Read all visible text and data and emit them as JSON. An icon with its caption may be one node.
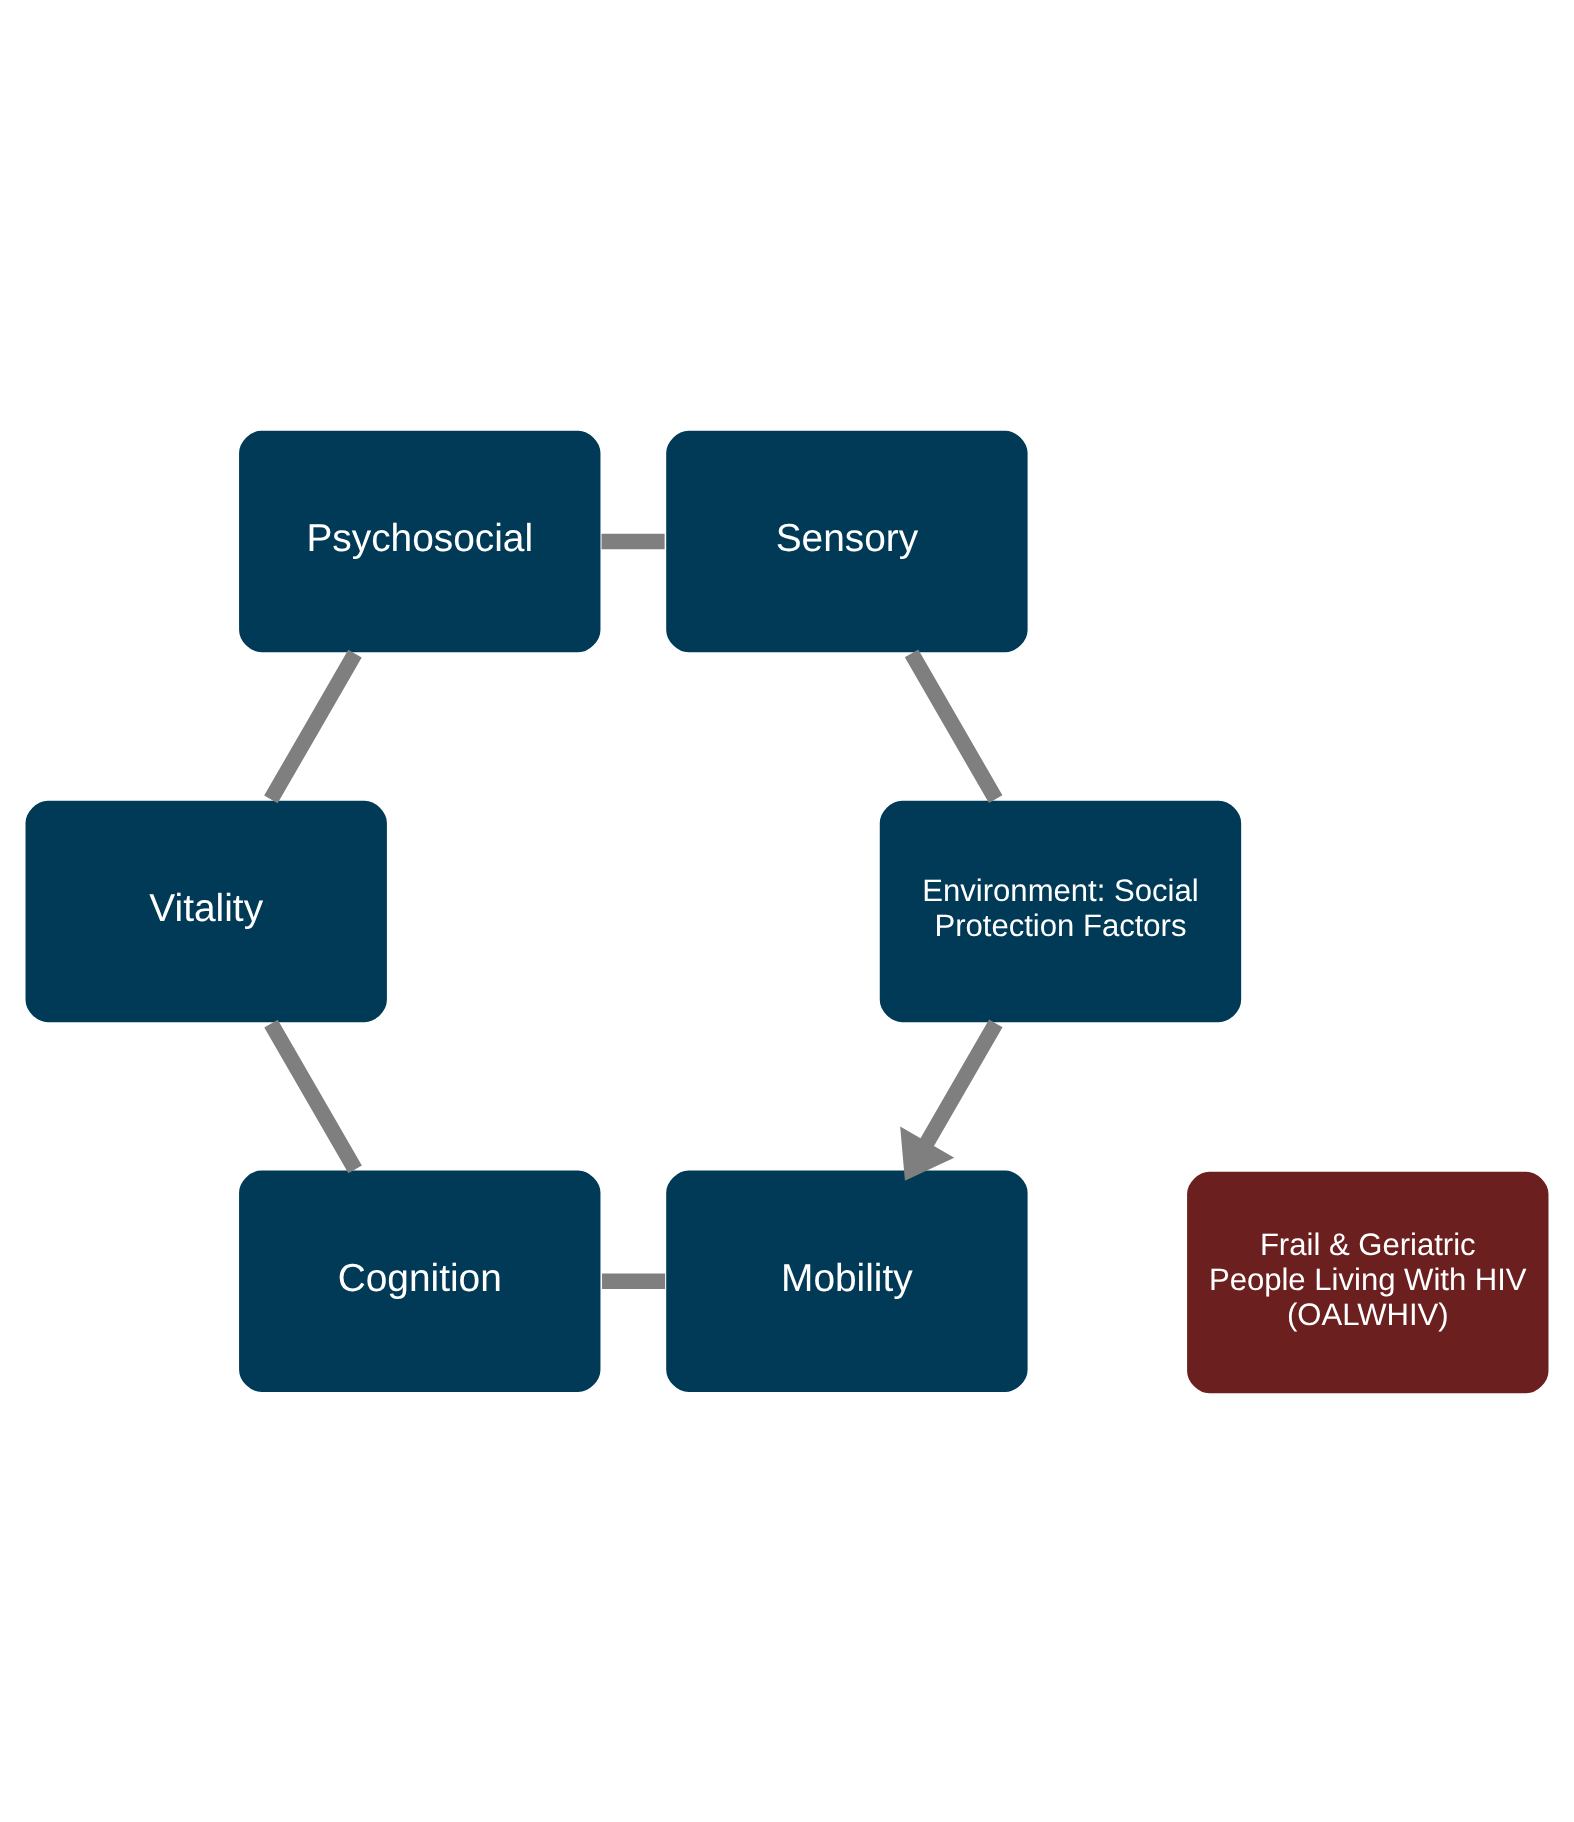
{
  "diagram": {
    "nodes": [
      {
        "text": [
          "Mobility"
        ]
      },
      {
        "text": [
          "Environment: Social Protection Factors"
        ]
      },
      {
        "text": [
          "Cognition"
        ]
      },
      {
        "text": [
          "Frail & Geriatric People Living With HIV (OALWHIV)"
        ]
      },
      {
        "text": [
          "Sensory"
        ]
      },
      {
        "text": [
          "Vitality"
        ]
      },
      {
        "text": [
          "Psychosocial"
        ]
      }
    ],
    "edges": [
      {
        "from": 0,
        "to": 2,
        "arrow": "none"
      },
      {
        "from": 2,
        "to": 5,
        "arrow": "none"
      },
      {
        "from": 5,
        "to": 6,
        "arrow": "none"
      },
      {
        "from": 6,
        "to": 4,
        "arrow": "none"
      },
      {
        "from": 4,
        "to": 1,
        "arrow": "none"
      },
      {
        "from": 1,
        "to": 0,
        "arrow": "to"
      }
    ]
  }
}
